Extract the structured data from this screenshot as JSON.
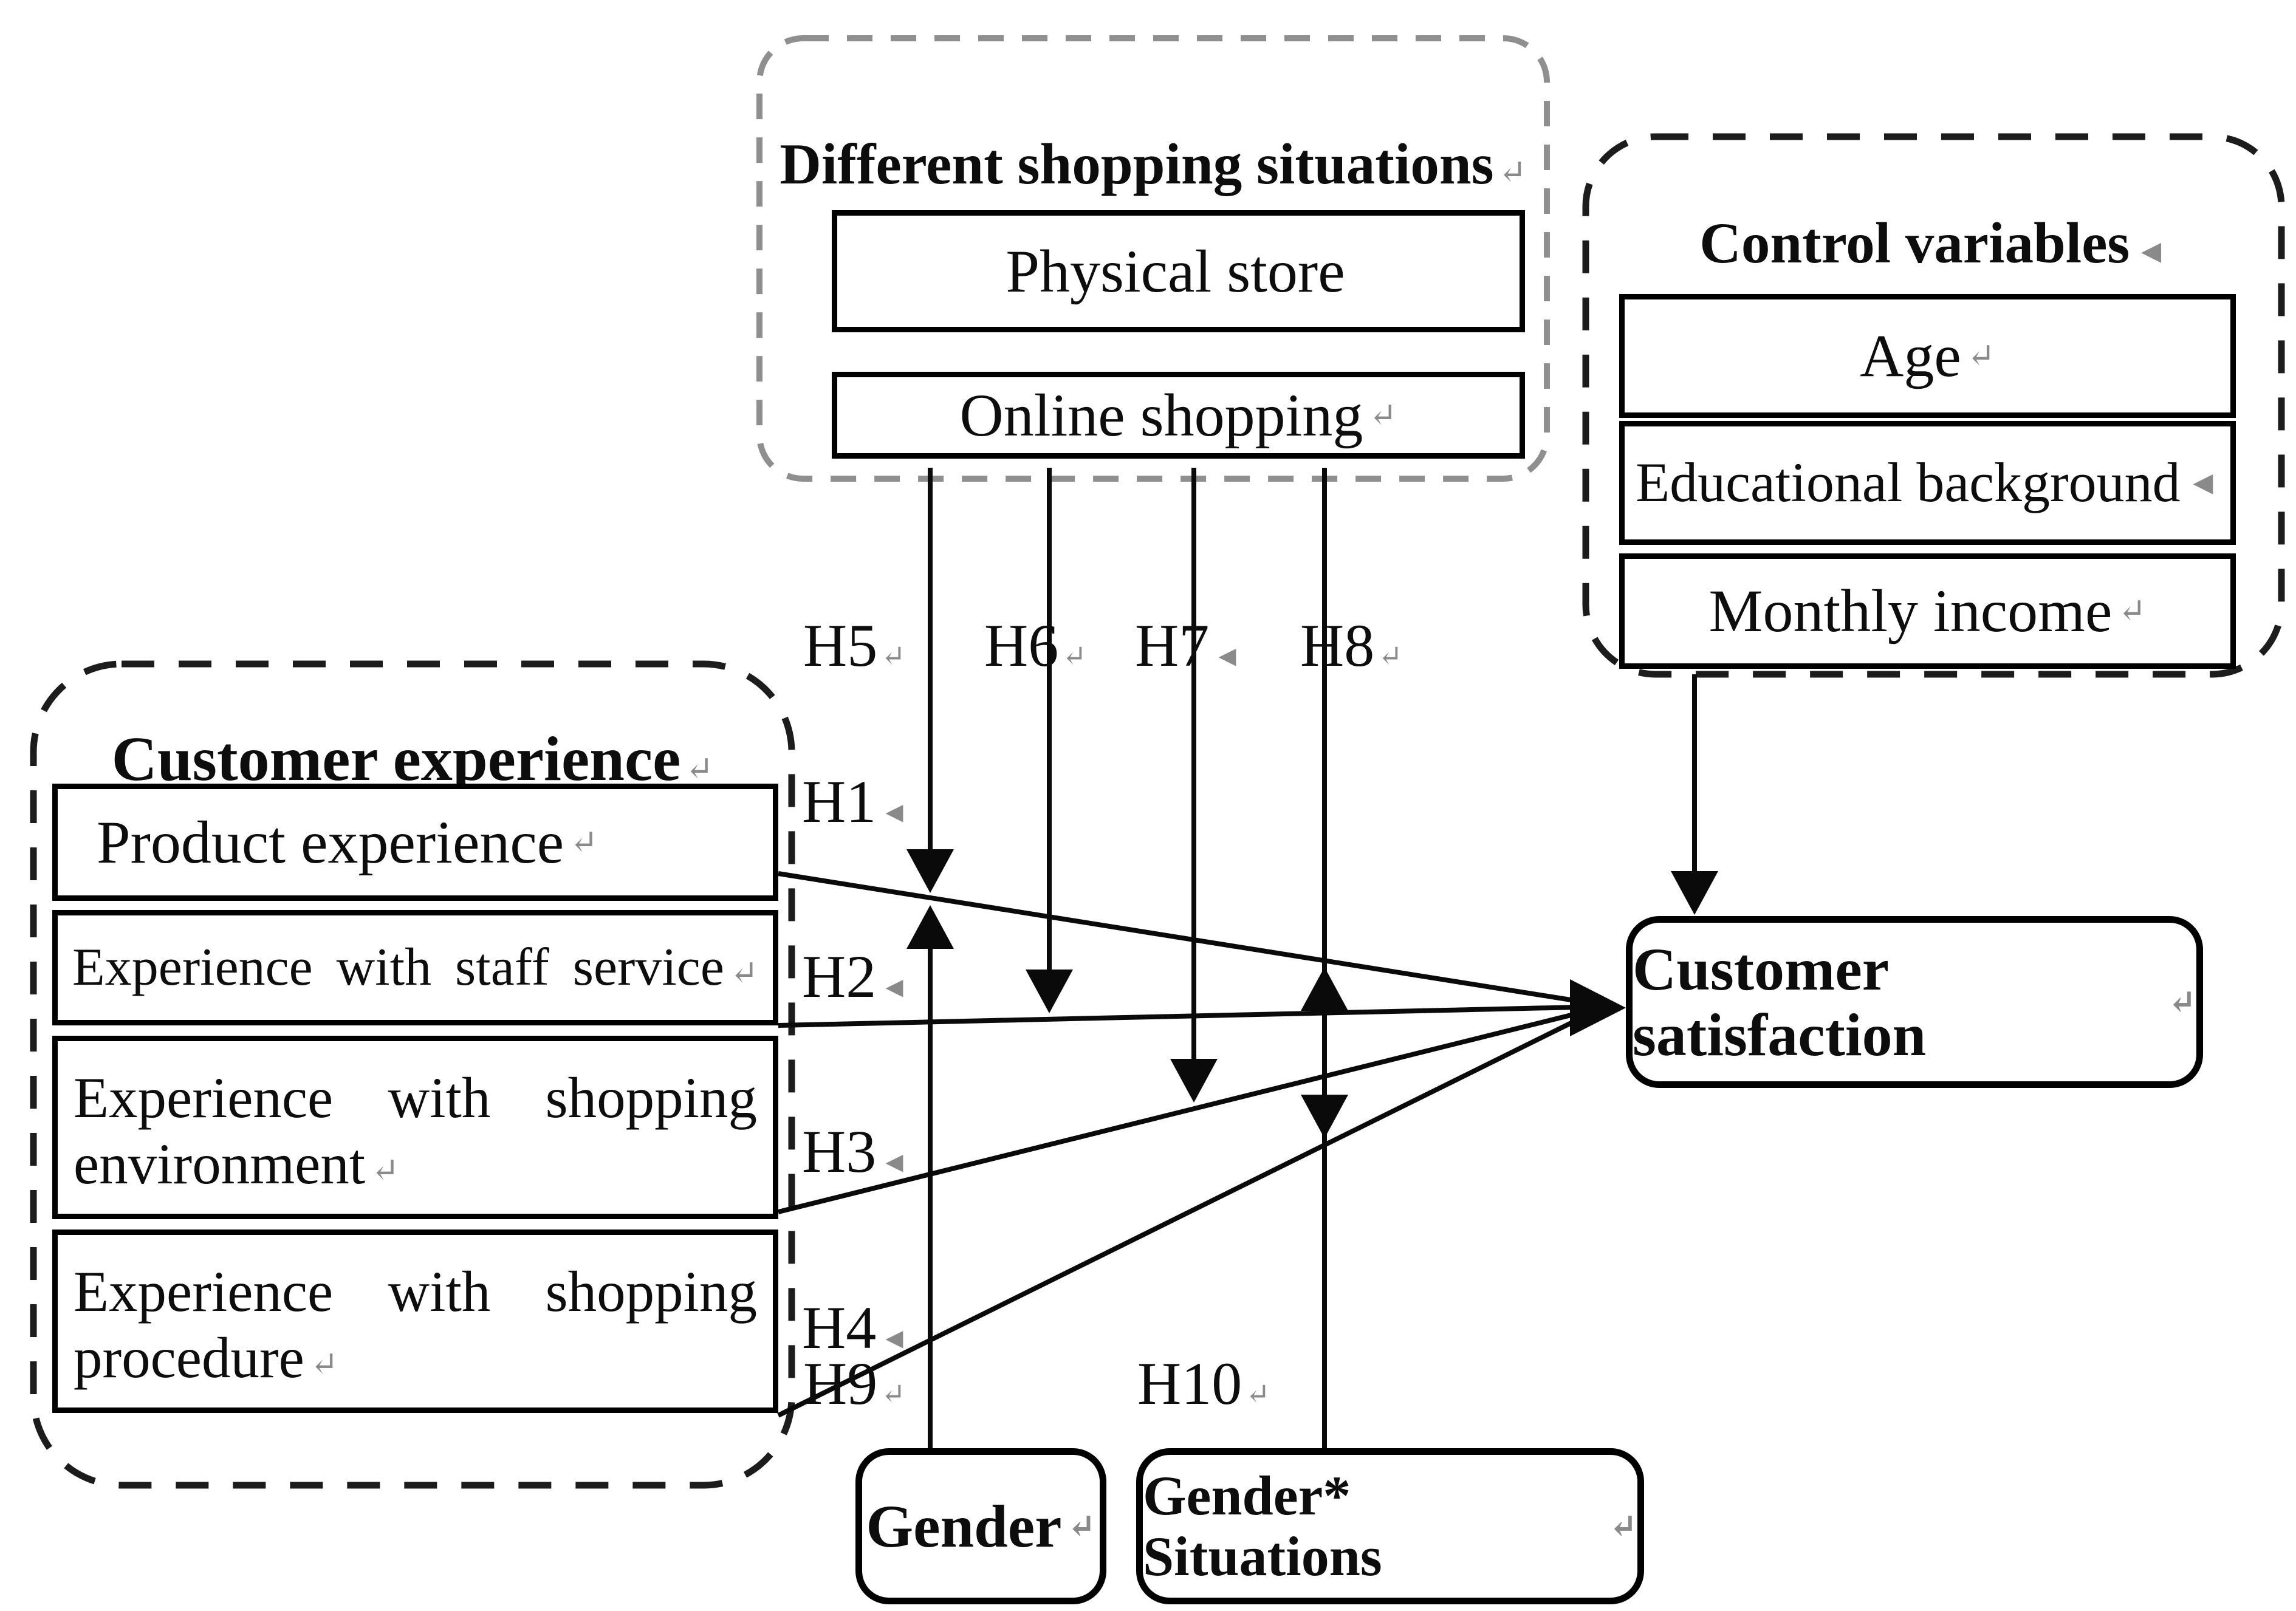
{
  "colors": {
    "line": "#0a0a0a",
    "gray_dash": "#8f8f8f",
    "black_dash": "#1c1c1c",
    "mark_gray": "#8a8a8a"
  },
  "shopping": {
    "title": "Different shopping situations",
    "title_mark": "↵",
    "physical": "Physical store",
    "physical_mark": "",
    "online": "Online shopping",
    "online_mark": "↵"
  },
  "control": {
    "title": "Control variables",
    "title_mark": "◄",
    "age": "Age",
    "age_mark": "↵",
    "education": "Educational background",
    "education_mark": "◄",
    "income": "Monthly income",
    "income_mark": "↵"
  },
  "experience": {
    "title": "Customer experience",
    "title_mark": "↵",
    "product": "Product experience",
    "product_mark": "↵",
    "staff": "Experience with staff service",
    "staff_mark": "↵",
    "environment_line1": "Experience with shopping",
    "environment_line2": "environment",
    "environment_mark": "↵",
    "procedure_line1": "Experience with shopping",
    "procedure_line2": "procedure",
    "procedure_mark": "↵"
  },
  "satisfaction": {
    "label": "Customer satisfaction",
    "mark": "↵"
  },
  "gender": {
    "label": "Gender",
    "mark": "↵"
  },
  "gender_situations": {
    "label": "Gender* Situations",
    "mark": "↵"
  },
  "hypotheses": {
    "h1": {
      "label": "H1",
      "mark": "◄"
    },
    "h2": {
      "label": "H2",
      "mark": "◄"
    },
    "h3": {
      "label": "H3",
      "mark": "◄"
    },
    "h4": {
      "label": "H4",
      "mark": "◄"
    },
    "h5": {
      "label": "H5",
      "mark": "↵"
    },
    "h6": {
      "label": "H6",
      "mark": "↵"
    },
    "h7": {
      "label": "H7",
      "mark": "◄"
    },
    "h8": {
      "label": "H8",
      "mark": "↵"
    },
    "h9": {
      "label": "H9",
      "mark": "↵"
    },
    "h10": {
      "label": "H10",
      "mark": "↵"
    }
  }
}
